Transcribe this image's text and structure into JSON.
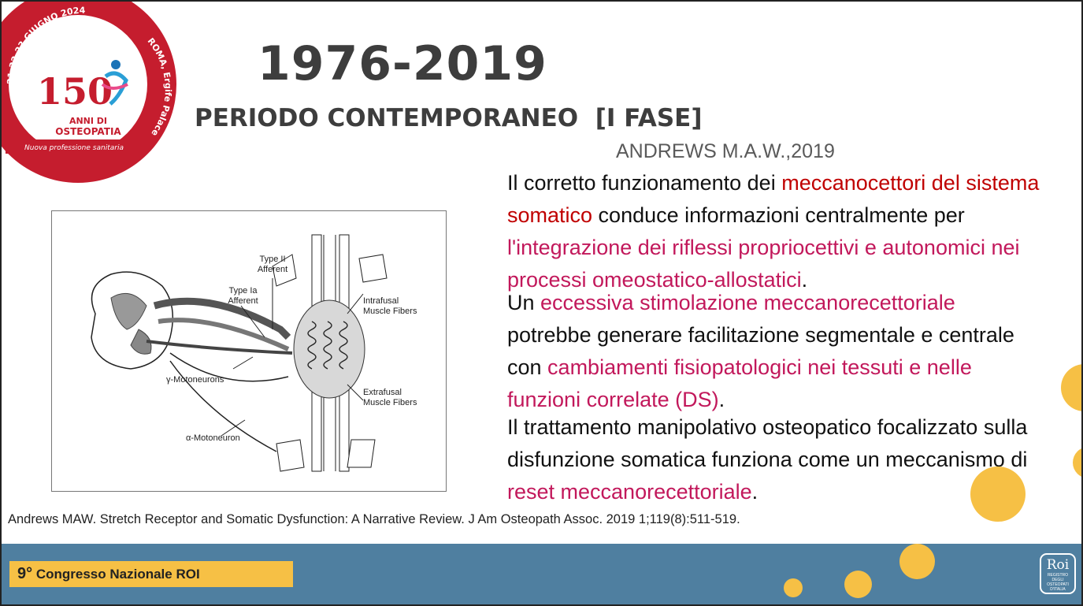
{
  "logo": {
    "arc_text": "21-22-23 GIUGNO 2024 · ROMA, Ergife Palace",
    "number": "150",
    "sub1": "ANNI DI",
    "sub2": "OSTEOPATIA",
    "tagline": "Nuova professione sanitaria"
  },
  "title": {
    "year": "1976-2019",
    "period": "PERIODO CONTEMPORANEO  [I FASE]"
  },
  "author": "ANDREWS M.A.W.,2019",
  "paragraphs": {
    "p1": {
      "a": "Il corretto funzionamento dei ",
      "b": "meccanocettori del sistema somatico",
      "c": " conduce informazioni centralmente per ",
      "d": "l'integrazione dei riflessi propriocettivi e autonomici nei processi omeostatico-allostatici",
      "e": "."
    },
    "p2": {
      "a": "Un ",
      "b": "eccessiva stimolazione meccanorecettoriale",
      "c": " potrebbe generare facilitazione segmentale e centrale con ",
      "d": "cambiamenti fisiopatologici nei tessuti e nelle funzioni correlate (DS)",
      "e": "."
    },
    "p3": {
      "a": "Il trattamento manipolativo osteopatico focalizzato sulla disfunzione somatica funziona come un meccanismo di ",
      "b": "reset meccanorecettoriale",
      "c": "."
    }
  },
  "figure": {
    "labels": {
      "type2": "Type II Afferent",
      "type1a": "Type Ia Afferent",
      "intrafusal": "Intrafusal Muscle Fibers",
      "gamma": "γ-Motoneurons",
      "extrafusal": "Extrafusal Muscle Fibers",
      "alpha": "α-Motoneuron"
    }
  },
  "citation": "Andrews MAW. Stretch Receptor and Somatic Dysfunction: A Narrative Review. J Am Osteopath Assoc. 2019 1;119(8):511-519.",
  "footer": {
    "congress_num": "9°",
    "congress_text": " Congresso Nazionale ROI",
    "roi_logo": "Roi",
    "roi_sub1": "REGISTRO DEGLI",
    "roi_sub2": "OSTEOPATI D'ITALIA"
  },
  "colors": {
    "footer": "#4f7fa0",
    "accent_yellow": "#f6c045",
    "red": "#c00000",
    "pink": "#c2185b"
  }
}
